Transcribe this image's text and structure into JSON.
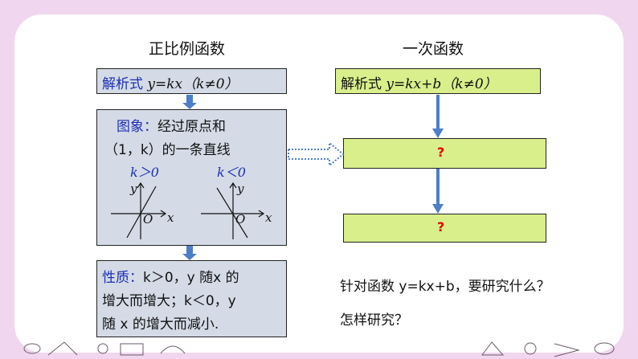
{
  "left": {
    "heading": "正比例函数",
    "formula_box": {
      "label": "解析式",
      "formula": "y=kx（k≠0）"
    },
    "graph_box": {
      "caption_label": "图象：",
      "caption_line1_rest": "经过原点和",
      "caption_line2": "（1，k）的一条直线",
      "pos_label": "k＞0",
      "neg_label": "k＜0",
      "axis_y": "y",
      "axis_x": "x",
      "origin": "O"
    },
    "property_box": {
      "label": "性质：",
      "line1_rest": "k＞0，y 随x 的",
      "line2": "增大而增大；k＜0，y",
      "line3": "随 x 的增大而减小."
    }
  },
  "right": {
    "heading": "一次函数",
    "formula_box": {
      "label": "解析式",
      "formula": "y=kx+b（k≠0）"
    },
    "box1_text": "?",
    "box2_text": "?"
  },
  "question": {
    "line1": "针对函数 y=kx+b，要研究什么？",
    "line2": "怎样研究？"
  },
  "colors": {
    "background": "#f0d6ee",
    "gray_box": "#d4dbe6",
    "green_box": "#d9ef8b",
    "arrow_blue": "#4d7fc9",
    "label_blue": "#1d2fb5",
    "question_red": "#e00000"
  }
}
